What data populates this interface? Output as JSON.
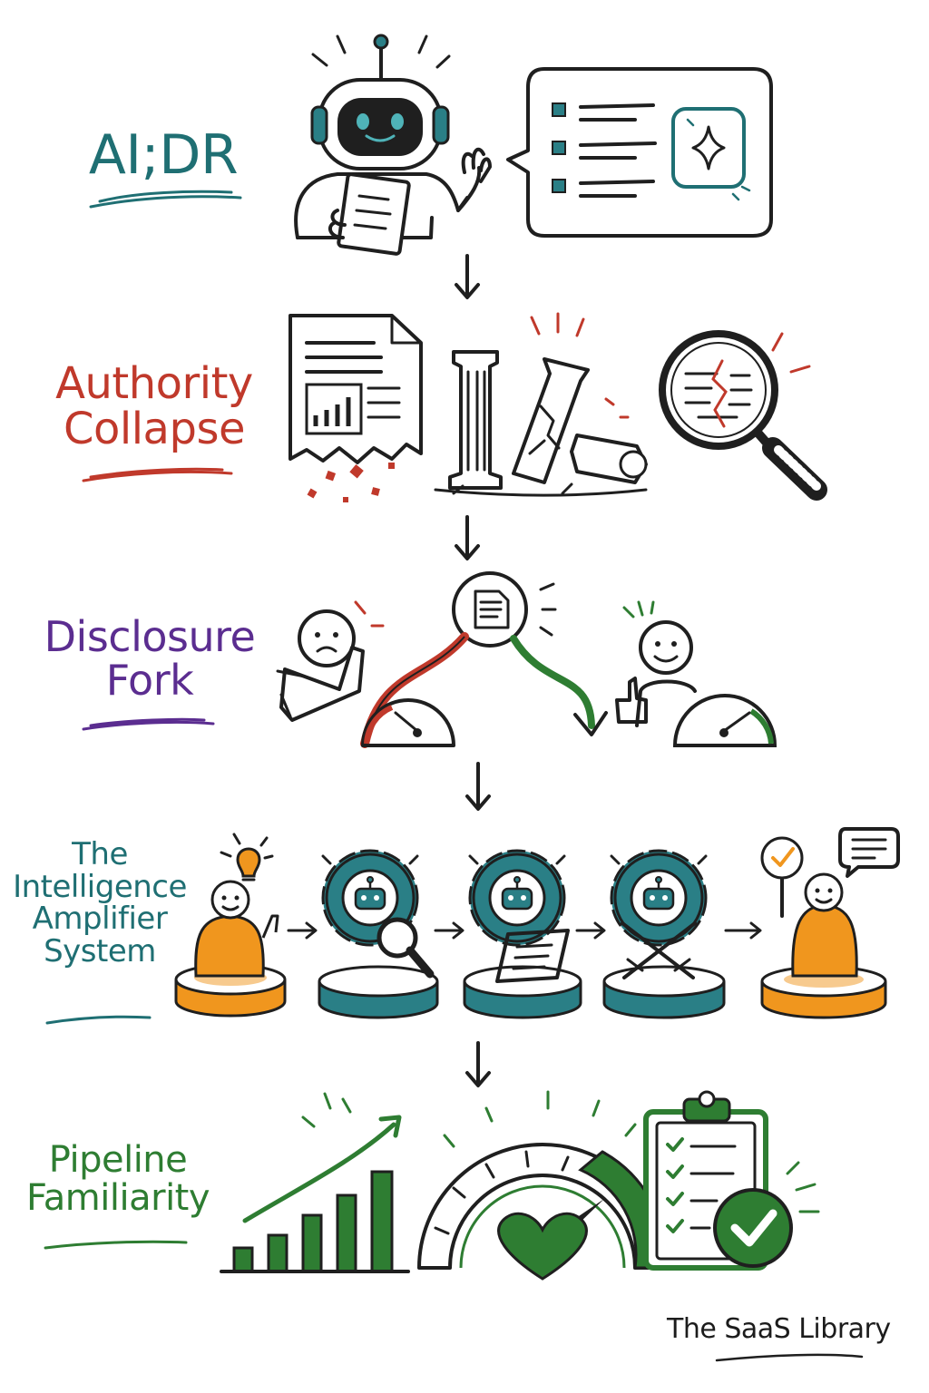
{
  "palette": {
    "ink": "#1f1f1f",
    "teal": "#1f6f73",
    "red": "#c0392b",
    "purple": "#5b2d90",
    "green": "#2e7d32",
    "orange": "#f0961e",
    "teal_platform": "#2a7f86"
  },
  "stages": [
    {
      "lines": [
        "AI;DR"
      ],
      "color": "#1f6f73",
      "icons": [
        "robot-icon",
        "speech-bubble-checklist-icon",
        "sparkle-icon"
      ]
    },
    {
      "lines": [
        "Authority",
        "Collapse"
      ],
      "color": "#c0392b",
      "icons": [
        "torn-document-icon",
        "broken-pillar-icon",
        "magnifier-crack-icon"
      ]
    },
    {
      "lines": [
        "Disclosure",
        "Fork"
      ],
      "color": "#5b2d90",
      "icons": [
        "sad-person-icon",
        "document-fork-icon",
        "happy-person-icon",
        "gauge-icon"
      ]
    },
    {
      "lines": [
        "The",
        "Intelligence",
        "Amplifier",
        "System"
      ],
      "color": "#1f6f73",
      "icons": [
        "person-idea-icon",
        "gear-robot-icon",
        "person-approve-icon"
      ]
    },
    {
      "lines": [
        "Pipeline",
        "Familiarity"
      ],
      "color": "#2e7d32",
      "icons": [
        "growth-chart-icon",
        "heart-gauge-icon",
        "clipboard-check-icon"
      ]
    }
  ],
  "brand": "The SaaS Library"
}
